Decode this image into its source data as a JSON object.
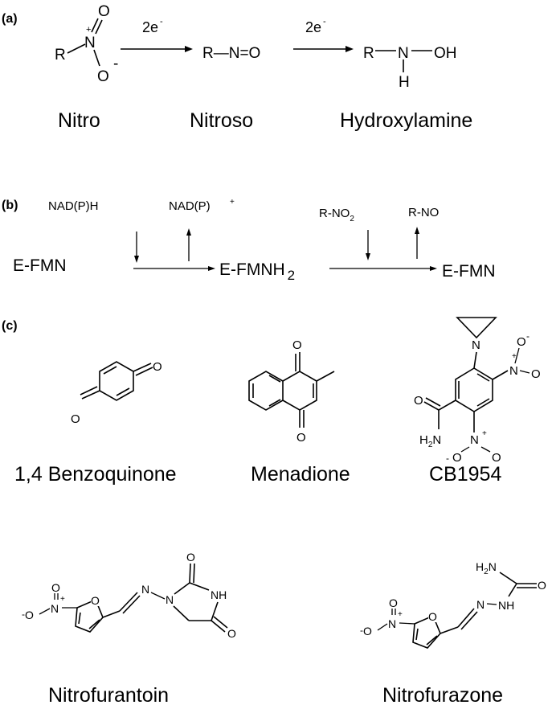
{
  "panel_a": {
    "label": "(a)",
    "arrow1_label": "2e",
    "arrow2_label": "2e",
    "electron_charge": "-",
    "nitro": {
      "r": "R",
      "n": "N",
      "n_charge": "+",
      "o_top": "O",
      "o_bottom": "O",
      "o_charge": "-",
      "name": "Nitro"
    },
    "nitroso": {
      "formula": "R—N=O",
      "name": "Nitroso"
    },
    "hydroxylamine": {
      "r": "R",
      "n": "N",
      "oh": "OH",
      "h": "H",
      "name": "Hydroxylamine"
    }
  },
  "panel_b": {
    "label": "(b)",
    "nadph": "NAD(P)H",
    "nadp": "NAD(P)",
    "nadp_charge": "+",
    "rno2": "R-NO",
    "rno2_sub": "2",
    "rno": "R-NO",
    "efmn_left": "E-FMN",
    "efmnh2": "E-FMNH",
    "efmnh2_sub": "2",
    "efmn_right": "E-FMN"
  },
  "panel_c": {
    "label": "(c)",
    "benzoquinone": {
      "o1": "O",
      "o2": "O",
      "name": "1,4 Benzoquinone"
    },
    "menadione": {
      "o1": "O",
      "o2": "O",
      "name": "Menadione"
    },
    "cb1954": {
      "n_az": "N",
      "n1": "N",
      "n1_charge": "+",
      "o1": "O",
      "o1_charge": "-",
      "o2": "O",
      "n2": "N",
      "n2_charge": "+",
      "o3": "O",
      "o3_charge": "-",
      "o4": "O",
      "amide_o": "O",
      "amide_n": "H",
      "amide_n_sub": "2",
      "amide_n_n": "N",
      "name": "CB1954"
    },
    "nitrofurantoin": {
      "o_minus": "O",
      "o_charge": "-",
      "n_plus": "N",
      "n_charge": "+",
      "o_nitro": "O",
      "o_furan": "O",
      "n1": "N",
      "n2": "N",
      "nh": "NH",
      "o1": "O",
      "o2": "O",
      "name": "Nitrofurantoin"
    },
    "nitrofurazone": {
      "o_minus": "O",
      "o_charge": "-",
      "n_plus": "N",
      "n_charge": "+",
      "o_nitro": "O",
      "o_furan": "O",
      "n1": "N",
      "nh": "NH",
      "h2n": "H",
      "h2n_sub": "2",
      "h2n_n": "N",
      "o": "O",
      "name": "Nitrofurazone"
    }
  }
}
